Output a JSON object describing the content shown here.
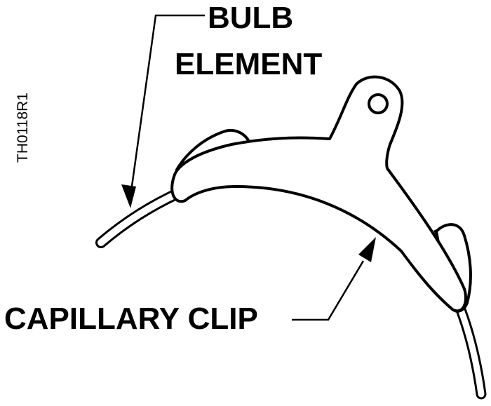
{
  "labels": {
    "bulb_element_line1": "BULB",
    "bulb_element_line2": "ELEMENT",
    "capillary_clip": "CAPILLARY CLIP",
    "figure_code": "TH0118R1"
  },
  "colors": {
    "ink": "#000000",
    "paper": "#ffffff"
  }
}
